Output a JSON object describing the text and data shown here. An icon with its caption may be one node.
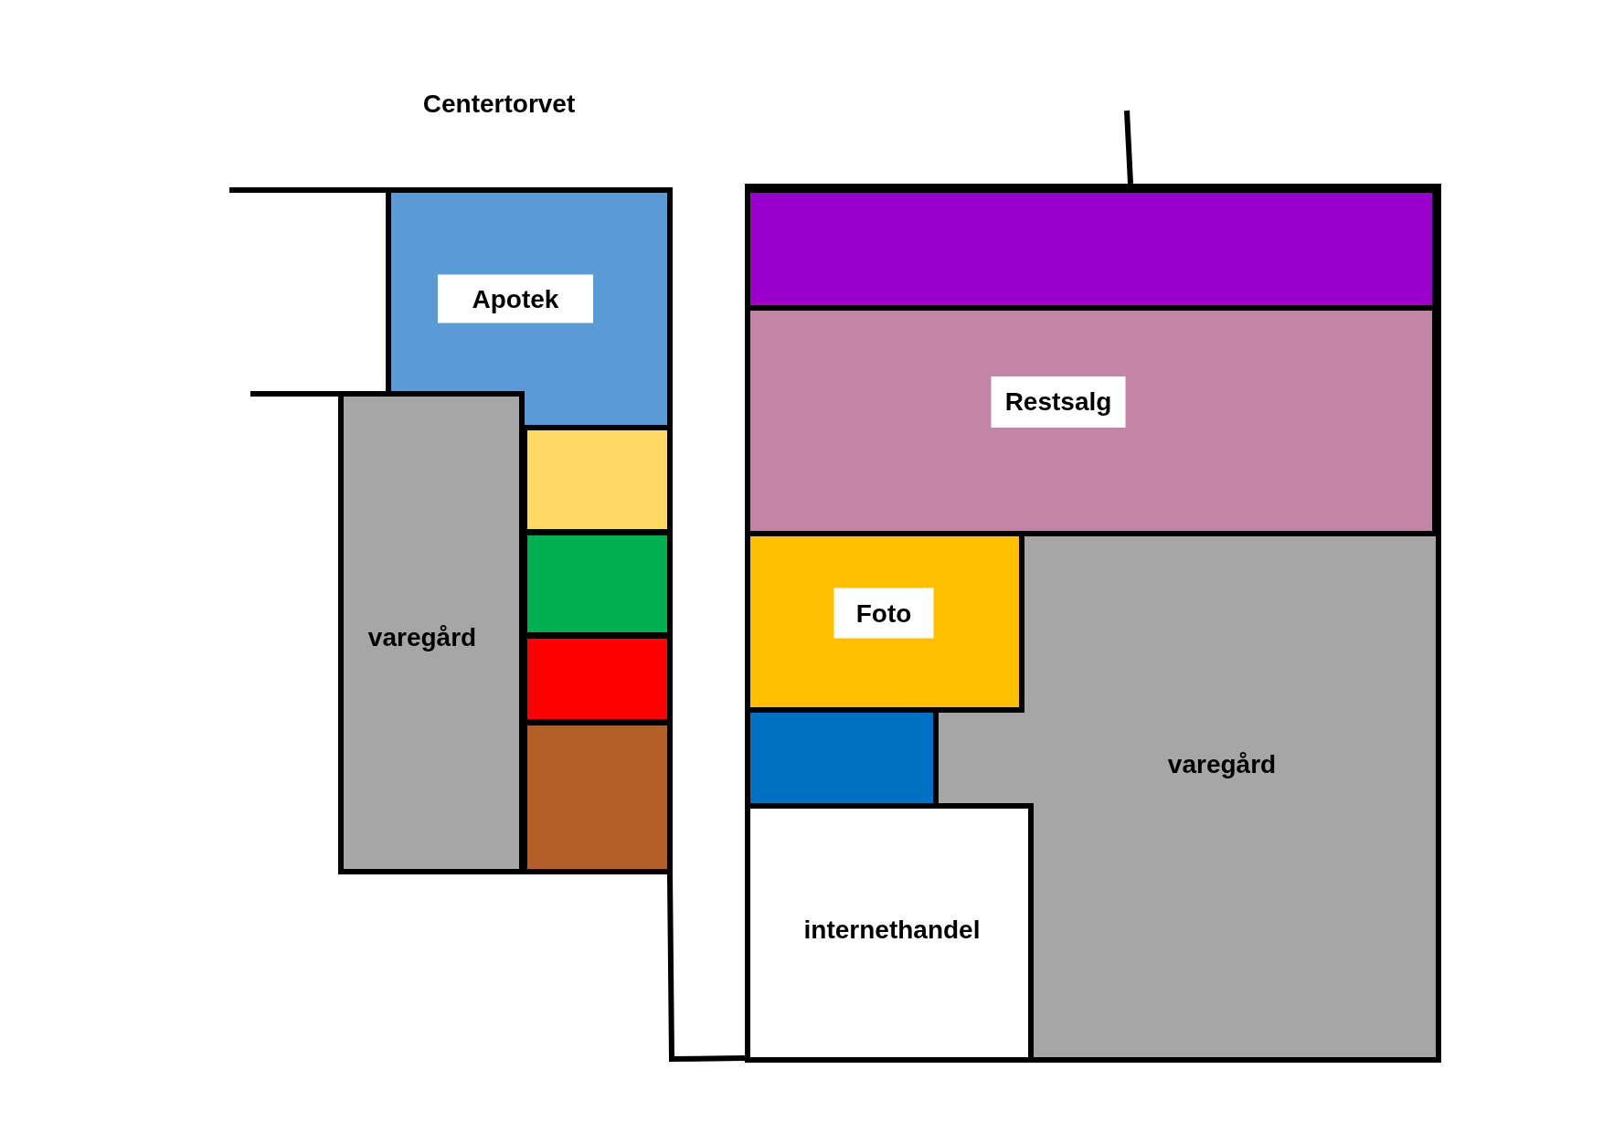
{
  "diagram": {
    "title": "Centertorvet",
    "nodes": [
      {
        "text": [
          "Apotek"
        ]
      },
      {
        "text": [
          "varegård"
        ]
      },
      {
        "text": [],
        "shape": "box"
      },
      {
        "text": [],
        "shape": "box"
      },
      {
        "text": [],
        "shape": "box"
      },
      {
        "text": [],
        "shape": "box"
      },
      {
        "text": [],
        "shape": "box"
      },
      {
        "text": [
          "Restsalg"
        ]
      },
      {
        "text": [
          "Foto"
        ]
      },
      {
        "text": [],
        "shape": "box"
      },
      {
        "text": [
          "varegård"
        ]
      },
      {
        "text": [
          "internethandel"
        ]
      }
    ]
  }
}
